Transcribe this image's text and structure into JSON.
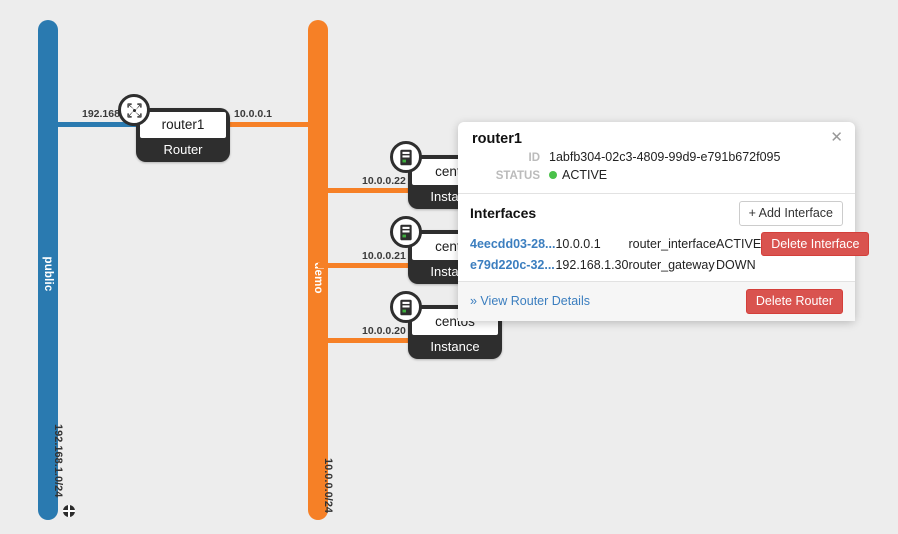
{
  "canvas": {
    "background": "#ededed"
  },
  "networks": [
    {
      "name": "public",
      "cidr": "192.168.1.0/24",
      "color": "#2a7ab0",
      "external_icon": "globe-icon",
      "external": true
    },
    {
      "name": "demo",
      "cidr": "10.0.0.0/24",
      "color": "#f68026",
      "external": false
    }
  ],
  "nodes": [
    {
      "title": "router1",
      "type": "Router",
      "icon": "router-icon"
    },
    {
      "title": "centos",
      "type": "Instance",
      "icon": "instance-icon"
    },
    {
      "title": "centos",
      "type": "Instance",
      "icon": "instance-icon"
    },
    {
      "title": "centos",
      "type": "Instance",
      "icon": "instance-icon"
    }
  ],
  "edge_labels": [
    "192.168.1.30",
    "10.0.0.1",
    "10.0.0.22",
    "10.0.0.21",
    "10.0.0.20"
  ],
  "panel": {
    "title": "router1",
    "close_icon": "close-icon",
    "meta": [
      {
        "key": "ID",
        "value": "1abfb304-02c3-4809-99d9-e791b672f095"
      },
      {
        "key": "STATUS",
        "value": "ACTIVE"
      }
    ],
    "status_color": "#4ac14a",
    "interfaces_title": "Interfaces",
    "add_interface_label": "+ Add Interface",
    "interfaces": [
      {
        "id": "4eecdd03-28...",
        "ip": "10.0.0.1",
        "type": "router_interface",
        "status": "ACTIVE",
        "action_label": "Delete Interface",
        "action_visible": true
      },
      {
        "id": "e79d220c-32...",
        "ip": "192.168.1.30",
        "type": "router_gateway",
        "status": "DOWN",
        "action_label": "Delete Interface",
        "action_visible": false
      }
    ],
    "details_link": "» View Router Details",
    "delete_router_label": "Delete Router",
    "danger_color": "#d9534f",
    "link_color": "#3b7ebf"
  }
}
